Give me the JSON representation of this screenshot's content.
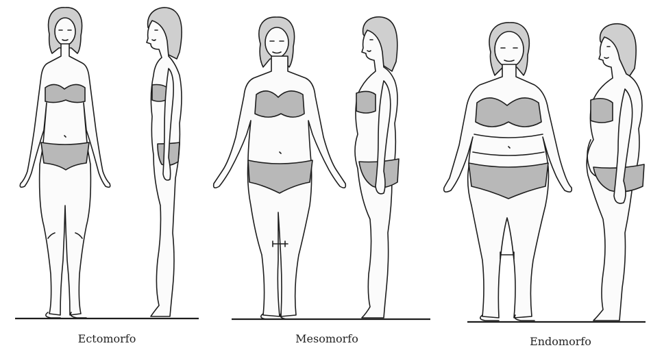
{
  "figure": {
    "background": "#ffffff",
    "ink": "#1d1d1d",
    "garment_fill": "#b8b8b8",
    "hair_fill": "#cfcfcf",
    "groups": [
      {
        "key": "ectomorph",
        "label": "Ectomorfo",
        "views": [
          "front",
          "side"
        ]
      },
      {
        "key": "mesomorph",
        "label": "Mesomorfo",
        "views": [
          "front",
          "side"
        ]
      },
      {
        "key": "endomorph",
        "label": "Endomorfo",
        "views": [
          "front",
          "side"
        ]
      }
    ]
  }
}
